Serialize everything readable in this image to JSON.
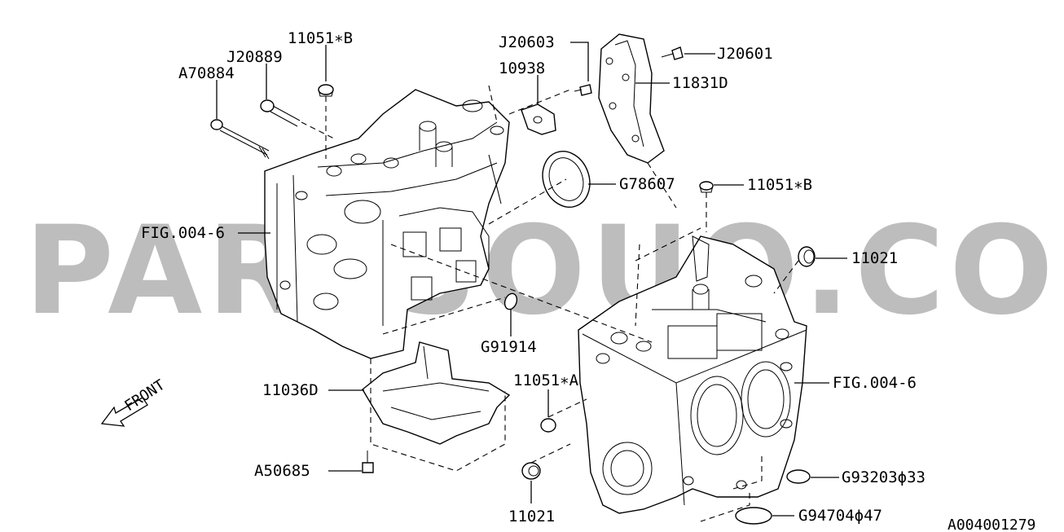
{
  "watermark": "PARTSOUQ.COM",
  "document_id": "A004001279",
  "front_indicator": "FRONT",
  "callouts": {
    "c_11051b_top": "11051∗B",
    "c_j20889": "J20889",
    "c_a70884": "A70884",
    "c_j20603": "J20603",
    "c_10938": "10938",
    "c_j20601": "J20601",
    "c_11831d": "11831D",
    "c_g78607": "G78607",
    "c_11051b_mid": "11051∗B",
    "c_fig_left": "FIG.004-6",
    "c_11021_right": "11021",
    "c_g91914": "G91914",
    "c_11036d": "11036D",
    "c_11051a": "11051∗A",
    "c_fig_right": "FIG.004-6",
    "c_a50685": "A50685",
    "c_g93203": "G93203ϕ33",
    "c_g94704": "G94704ϕ47",
    "c_11021_bottom": "11021"
  }
}
